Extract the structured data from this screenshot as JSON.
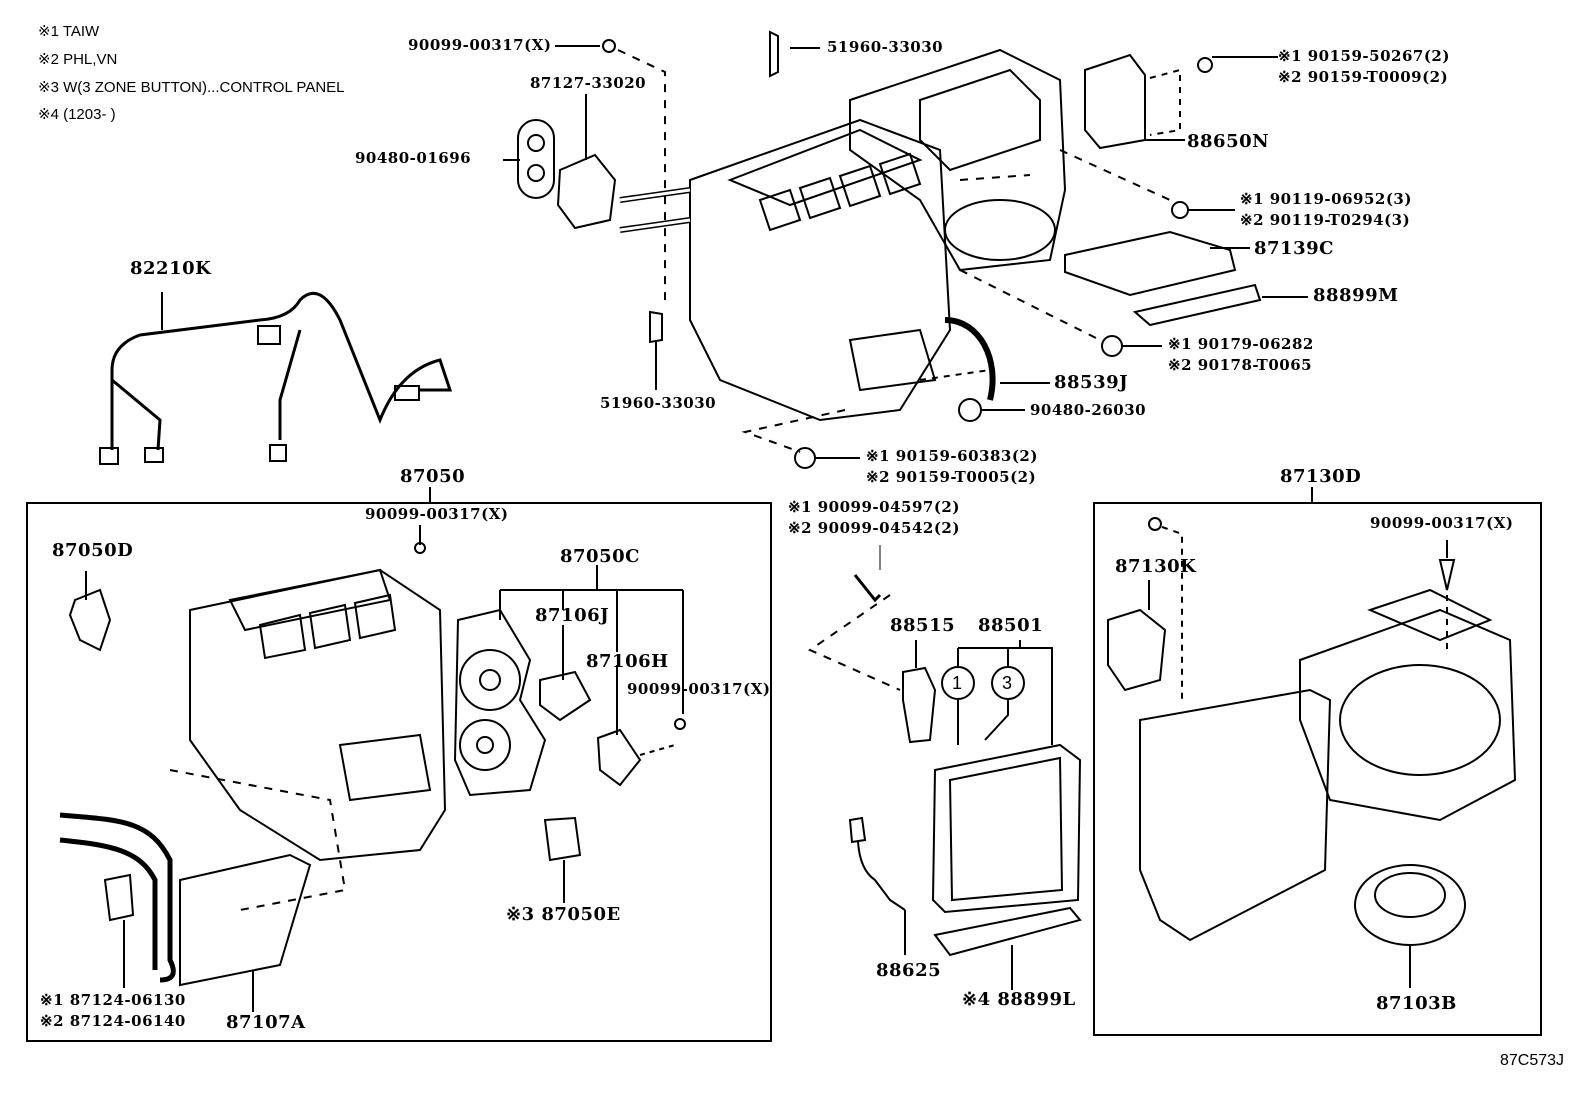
{
  "legend": [
    {
      "mark": "※1",
      "text": "TAIW"
    },
    {
      "mark": "※2",
      "text": "PHL,VN"
    },
    {
      "mark": "※3",
      "text": "W(3 ZONE BUTTON)...CONTROL PANEL"
    },
    {
      "mark": "※4",
      "text": "(1203-       )"
    }
  ],
  "top_section": {
    "screw_top": "90099-00317(X)",
    "seal": "87127-33020",
    "grommet": "90480-01696",
    "wire_harness": "82210K",
    "label_top": "51960-33030",
    "label_left": "51960-33030",
    "screw_88650n": [
      "※1 90159-50267(2)",
      "※2 90159-T0009(2)"
    ],
    "amplifier": "88650N",
    "screw_3": [
      "※1 90119-06952(3)",
      "※2 90119-T0294(3)"
    ],
    "filter": "87139C",
    "filter_cover": "88899M",
    "clip": [
      "※1 90179-06282",
      "※2 90178-T0065"
    ],
    "drain_hose": "88539J",
    "grommet_bottom": "90480-26030",
    "screw_bottom": [
      "※1 90159-60383(2)",
      "※2 90159-T0005(2)"
    ]
  },
  "heater_box": {
    "title": "87050",
    "screw": "90099-00317(X)",
    "servo_d": "87050D",
    "servo_group": "87050C",
    "servo_j": "87106J",
    "servo_h": "87106H",
    "screw_right": "90099-00317(X)",
    "switch_e": "※3 87050E",
    "clamp": [
      "※1 87124-06130",
      "※2 87124-06140"
    ],
    "core": "87107A"
  },
  "evaporator": {
    "bolt": [
      "※1 90099-04597(2)",
      "※2 90099-04542(2)"
    ],
    "valve": "88515",
    "evap": "88501",
    "circle_1": "1",
    "circle_3": "3",
    "thermistor": "88625",
    "cover": "※4 88899L"
  },
  "blower_box": {
    "title": "87130D",
    "screw": "90099-00317(X)",
    "servo_k": "87130K",
    "motor": "87103B"
  },
  "diagram_ref": "87C573J"
}
